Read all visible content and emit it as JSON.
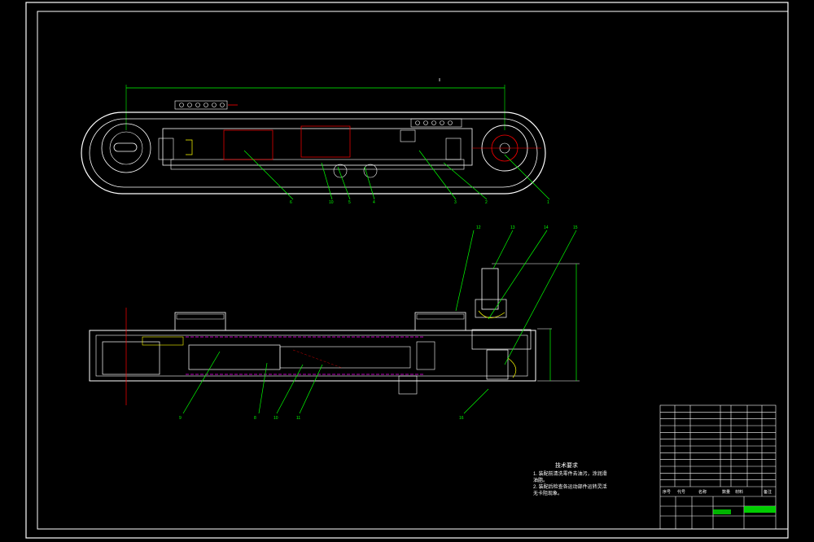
{
  "colors": {
    "background": "#000000",
    "frame": "#ffffff",
    "leader": "#00ff00",
    "dimension": "#00ff00",
    "centerline": "#ff0000",
    "hidden": "#ff00ff",
    "part": "#ffffff",
    "yellow": "#ffff00"
  },
  "top_view": {
    "dimension_label": "",
    "callouts": [
      "6",
      "10",
      "5",
      "4",
      "3",
      "2",
      "1"
    ]
  },
  "side_view": {
    "callouts_top": [
      "12",
      "13",
      "14",
      "15"
    ],
    "callouts_bottom": [
      "9",
      "8",
      "10",
      "11",
      "16"
    ]
  },
  "notes": {
    "title": "技术要求",
    "lines": [
      "1. 装配前清洗零件去油污，涂润滑",
      "   油脂。",
      "2. 装配后检查各运动部件运转灵活",
      "   无卡阻现象。"
    ]
  },
  "title_block": {
    "rows": 12,
    "labels": [
      "序号",
      "代号",
      "名称",
      "数量",
      "材料",
      "备注"
    ]
  }
}
